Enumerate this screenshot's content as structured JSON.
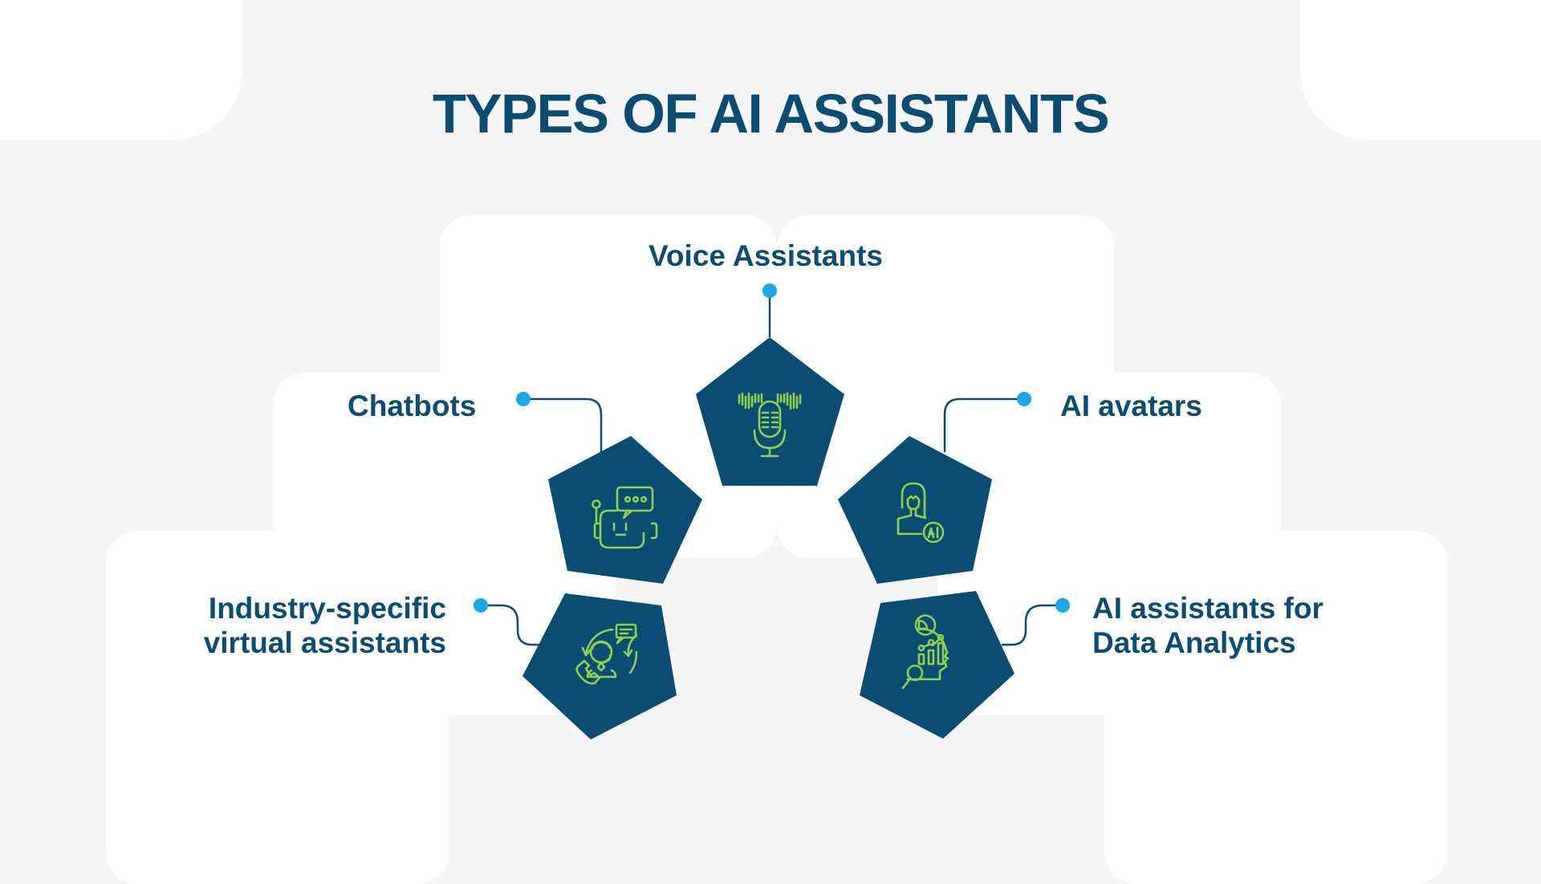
{
  "title": "TYPES OF AI ASSISTANTS",
  "colors": {
    "background": "#f5f5f5",
    "card": "#ffffff",
    "heading": "#0b4c72",
    "pentagon": "#0b4c72",
    "icon": "#8fd14f",
    "dot": "#1aa9e6",
    "connector": "#0b4c72"
  },
  "items": [
    {
      "label": "Voice Assistants",
      "icon": "microphone-soundwave-icon"
    },
    {
      "label": "Chatbots",
      "icon": "robot-chat-bubble-icon"
    },
    {
      "label": "AI avatars",
      "icon": "ai-avatar-person-icon"
    },
    {
      "label_line1": "Industry-specific",
      "label_line2": "virtual assistants",
      "icon": "support-agent-phone-icon"
    },
    {
      "label_line1": "AI assistants for",
      "label_line2": "Data Analytics",
      "icon": "head-analytics-icon"
    }
  ]
}
